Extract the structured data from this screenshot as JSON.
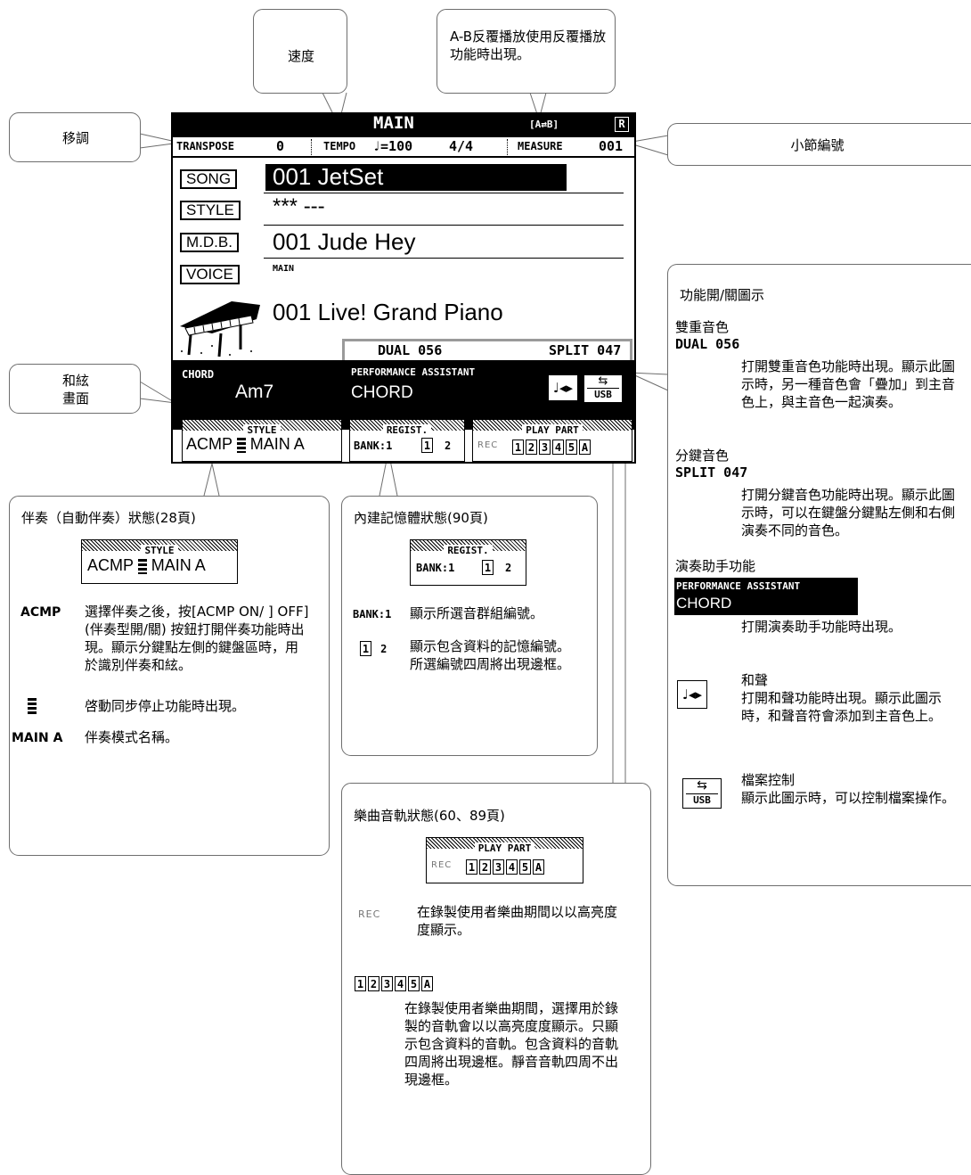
{
  "callouts": {
    "tempo": "速度",
    "ab_repeat": "A-B反覆播放使用反覆播放功能時出現。",
    "transpose": "移調",
    "measure": "小節編號",
    "chord_display": [
      "和絃",
      "畫面"
    ]
  },
  "lcd": {
    "title": "MAIN",
    "ab_icon": "[A⇄B]",
    "r_icon": "R",
    "status": {
      "transpose_label": "TRANSPOSE",
      "transpose_value": "0",
      "tempo_label": "TEMPO",
      "tempo_value": "♩=100",
      "time_sig": "4/4",
      "measure_label": "MEASURE",
      "measure_value": "001"
    },
    "song_label": "SONG",
    "song_value": "001 JetSet",
    "style_label": "STYLE",
    "style_value": "*** ---",
    "mdb_label": "M.D.B.",
    "mdb_value": "001 Jude Hey",
    "voice_label": "VOICE",
    "voice_sub": "MAIN",
    "voice_value": "001 Live! Grand Piano",
    "dual": "DUAL 056",
    "split": "SPLIT 047",
    "chord_label": "CHORD",
    "chord_value": "Am7",
    "perf_label": "PERFORMANCE ASSISTANT",
    "perf_value": "CHORD",
    "usb": "USB",
    "style_tab": "STYLE",
    "style_status": "ACMP",
    "style_main": "MAIN A",
    "regist_tab": "REGIST.",
    "bank": "BANK:1",
    "mem1": "1",
    "mem2": "2",
    "playpart_tab": "PLAY PART",
    "rec": "REC",
    "parts": [
      "1",
      "2",
      "3",
      "4",
      "5",
      "A"
    ]
  },
  "panel_style": {
    "title": "伴奏（自動伴奏）狀態(28頁)",
    "tab": "STYLE",
    "acmp": "ACMP",
    "main_a": "MAIN A",
    "acmp_term": "ACMP",
    "acmp_desc": "選擇伴奏之後，按[ACMP ON/ ] OFF] (伴奏型開/關) 按鈕打開伴奏功能時出現。顯示分鍵點左側的鍵盤區時，用於識別伴奏和絃。",
    "sync_desc": "啓動同步停止功能時出現。",
    "main_term": "MAIN A",
    "main_desc": "伴奏模式名稱。"
  },
  "panel_regist": {
    "title": "內建記憶體狀態(90頁)",
    "tab": "REGIST.",
    "bank": "BANK:1",
    "mem1": "1",
    "mem2": "2",
    "bank_term": "BANK:1",
    "bank_desc": "顯示所選音群組編號。",
    "mem_desc": "顯示包含資料的記憶編號。所選編號四周將出現邊框。"
  },
  "panel_playpart": {
    "title": "樂曲音軌狀態(60、89頁)",
    "tab": "PLAY PART",
    "rec": "REC",
    "parts": [
      "1",
      "2",
      "3",
      "4",
      "5",
      "A"
    ],
    "rec_desc": "在錄製使用者樂曲期間以以高亮度度顯示。",
    "parts_desc": "在錄製使用者樂曲期間，選擇用於錄製的音軌會以以高亮度度顯示。只顯示包含資料的音軌。包含資料的音軌四周將出現邊框。靜音音軌四周不出現邊框。"
  },
  "panel_icons": {
    "title": "功能開/關圖示",
    "dual_heading": "雙重音色",
    "dual_tag": "DUAL 056",
    "dual_desc": "打開雙重音色功能時出現。顯示此圖示時，另一種音色會「疊加」到主音色上，與主音色一起演奏。",
    "split_heading": "分鍵音色",
    "split_tag": "SPLIT 047",
    "split_desc": "打開分鍵音色功能時出現。顯示此圖示時，可以在鍵盤分鍵點左側和右側演奏不同的音色。",
    "perf_heading": "演奏助手功能",
    "perf_tag": "PERFORMANCE ASSISTANT",
    "perf_value": "CHORD",
    "perf_desc": "打開演奏助手功能時出現。",
    "harmony_heading": "和聲",
    "harmony_desc": "打開和聲功能時出現。顯示此圖示時，和聲音符會添加到主音色上。",
    "file_heading": "檔案控制",
    "usb": "USB",
    "file_desc": "顯示此圖示時，可以控制檔案操作。"
  }
}
